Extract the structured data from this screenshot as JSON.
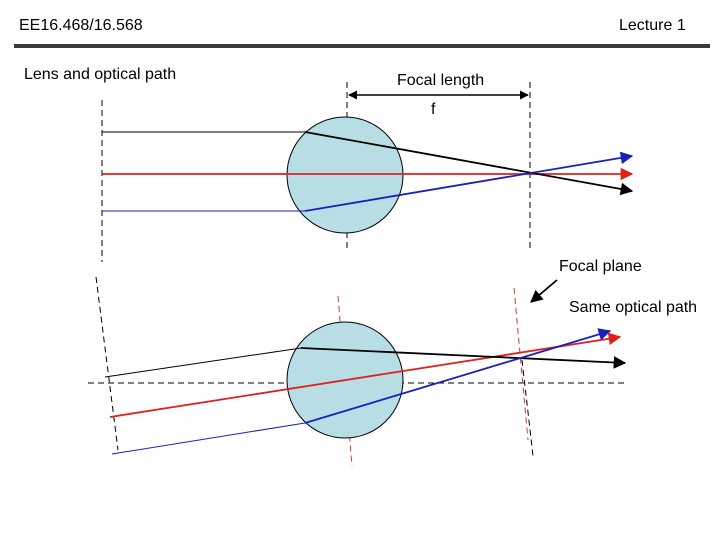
{
  "header": {
    "course_code": "EE16.468/16.568",
    "lecture": "Lecture 1"
  },
  "slide": {
    "title": "Lens and optical path"
  },
  "diagram": {
    "focal_length_label": "Focal length",
    "focal_symbol": "f",
    "focal_plane_label": "Focal plane",
    "same_optical_path_label": "Same optical path"
  },
  "colors": {
    "lens_fill": "#b7dde5",
    "ray_red": "#e0201c",
    "ray_blue": "#1a1fc0",
    "ray_black": "#000000",
    "guide_red": "#d33a2a",
    "header_rule": "#3a3a3a"
  }
}
